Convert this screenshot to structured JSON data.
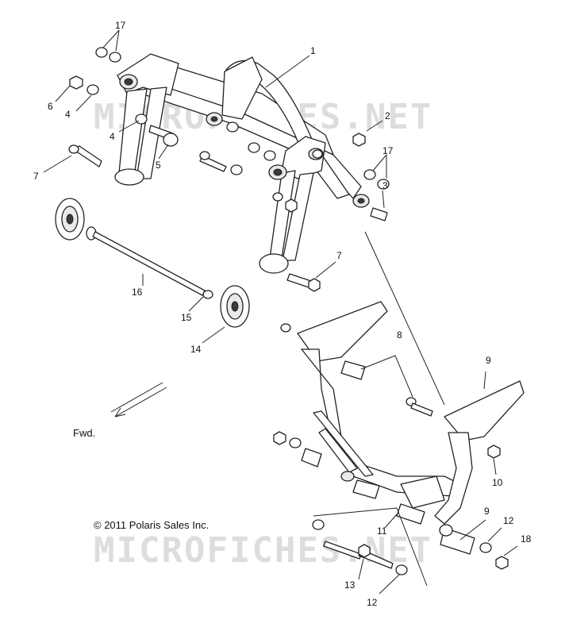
{
  "callouts": {
    "c1": "1",
    "c2": "2",
    "c3": "3",
    "c4a": "4",
    "c4b": "4",
    "c5": "5",
    "c6": "6",
    "c7a": "7",
    "c7b": "7",
    "c8": "8",
    "c9a": "9",
    "c9b": "9",
    "c10": "10",
    "c11": "11",
    "c12a": "12",
    "c12b": "12",
    "c13": "13",
    "c14": "14",
    "c15": "15",
    "c16": "16",
    "c17a": "17",
    "c17b": "17",
    "c18": "18"
  },
  "direction_label": "Fwd.",
  "copyright": "© 2011 Polaris Sales Inc.",
  "watermark": "MICROFICHES.NET",
  "icons": {
    "direction": "arrow-icon"
  }
}
